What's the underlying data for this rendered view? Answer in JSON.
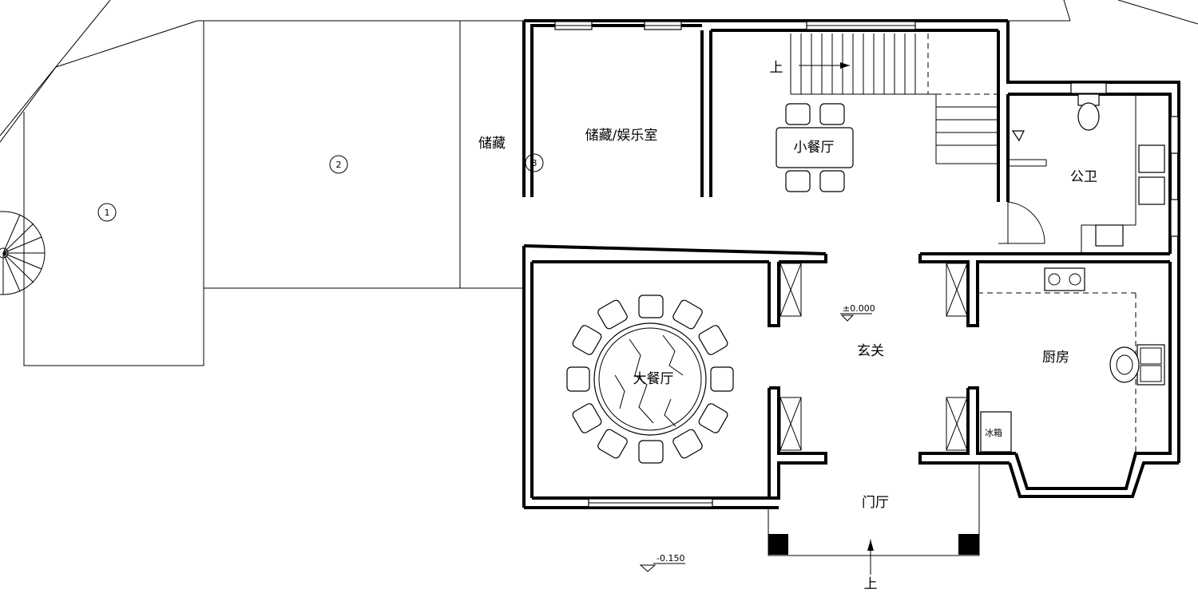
{
  "rooms": {
    "storage_rec": "储藏/娱乐室",
    "small_dining": "小餐厅",
    "public_wc": "公卫",
    "storage": "储藏",
    "large_dining": "大餐厅",
    "foyer": "玄关",
    "kitchen": "厨房",
    "entrance_hall": "门厅",
    "fridge": "冰箱"
  },
  "markers": {
    "one": "1",
    "two": "2",
    "three": "3"
  },
  "levels": {
    "indoor": "±0.000",
    "outdoor": "-0.150"
  },
  "stairs": {
    "up_label": "上"
  },
  "entry": {
    "up_label": "上"
  }
}
